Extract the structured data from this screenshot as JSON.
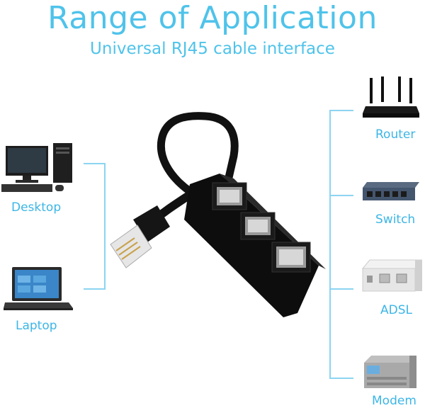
{
  "header": {
    "title": "Range of Application",
    "subtitle": "Universal RJ45 cable interface"
  },
  "devices_left": [
    {
      "label": "Desktop",
      "icon": "desktop-icon"
    },
    {
      "label": "Laptop",
      "icon": "laptop-icon"
    }
  ],
  "devices_right": [
    {
      "label": "Router",
      "icon": "router-icon"
    },
    {
      "label": "Switch",
      "icon": "switch-icon"
    },
    {
      "label": "ADSL",
      "icon": "adsl-icon"
    },
    {
      "label": "Modem",
      "icon": "modem-icon"
    }
  ],
  "colors": {
    "accent": "#4fc3ea",
    "connector_line": "#8cd4f2",
    "product": "#111111"
  }
}
